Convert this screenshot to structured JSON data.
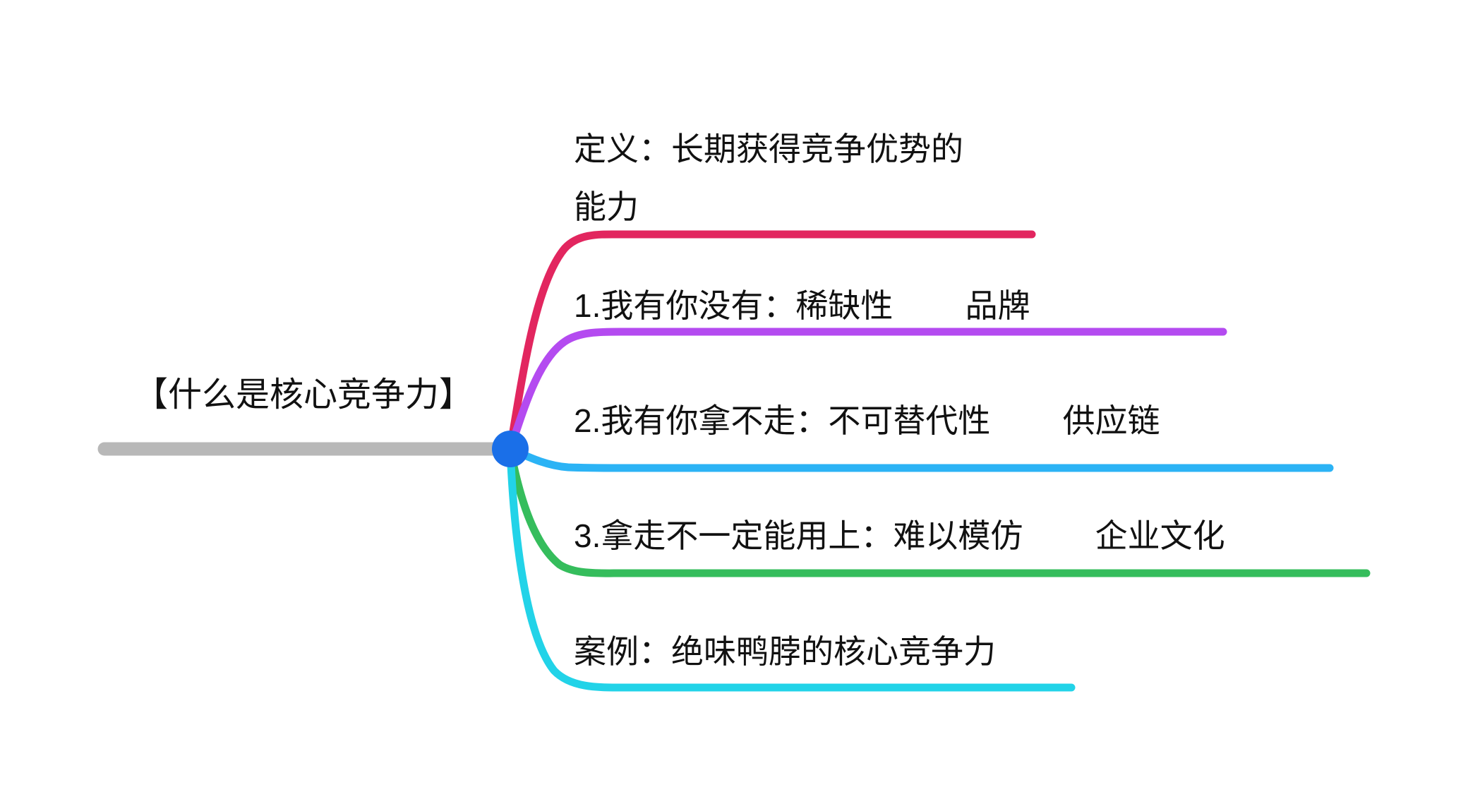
{
  "diagram": {
    "type": "mind-map",
    "background_color": "#ffffff",
    "root": {
      "label": "【什么是核心竞争力】",
      "trunk_color": "#b8b8b8",
      "node_color": "#1a6fe8"
    },
    "branches": [
      {
        "id": "definition",
        "label": "定义：长期获得竞争优势的\n能力",
        "color": "#e2265f",
        "color_name": "crimson-pink"
      },
      {
        "id": "scarcity",
        "label": "1.我有你没有：稀缺性        品牌",
        "color": "#b44bf0",
        "color_name": "purple"
      },
      {
        "id": "irreplaceable",
        "label": "2.我有你拿不走：不可替代性        供应链",
        "color": "#2bb3f5",
        "color_name": "blue"
      },
      {
        "id": "hard-to-imitate",
        "label": "3.拿走不一定能用上：难以模仿        企业文化",
        "color": "#35bd5c",
        "color_name": "green"
      },
      {
        "id": "case-study",
        "label": "案例：绝味鸭脖的核心竞争力",
        "color": "#22d3e8",
        "color_name": "cyan"
      }
    ]
  }
}
